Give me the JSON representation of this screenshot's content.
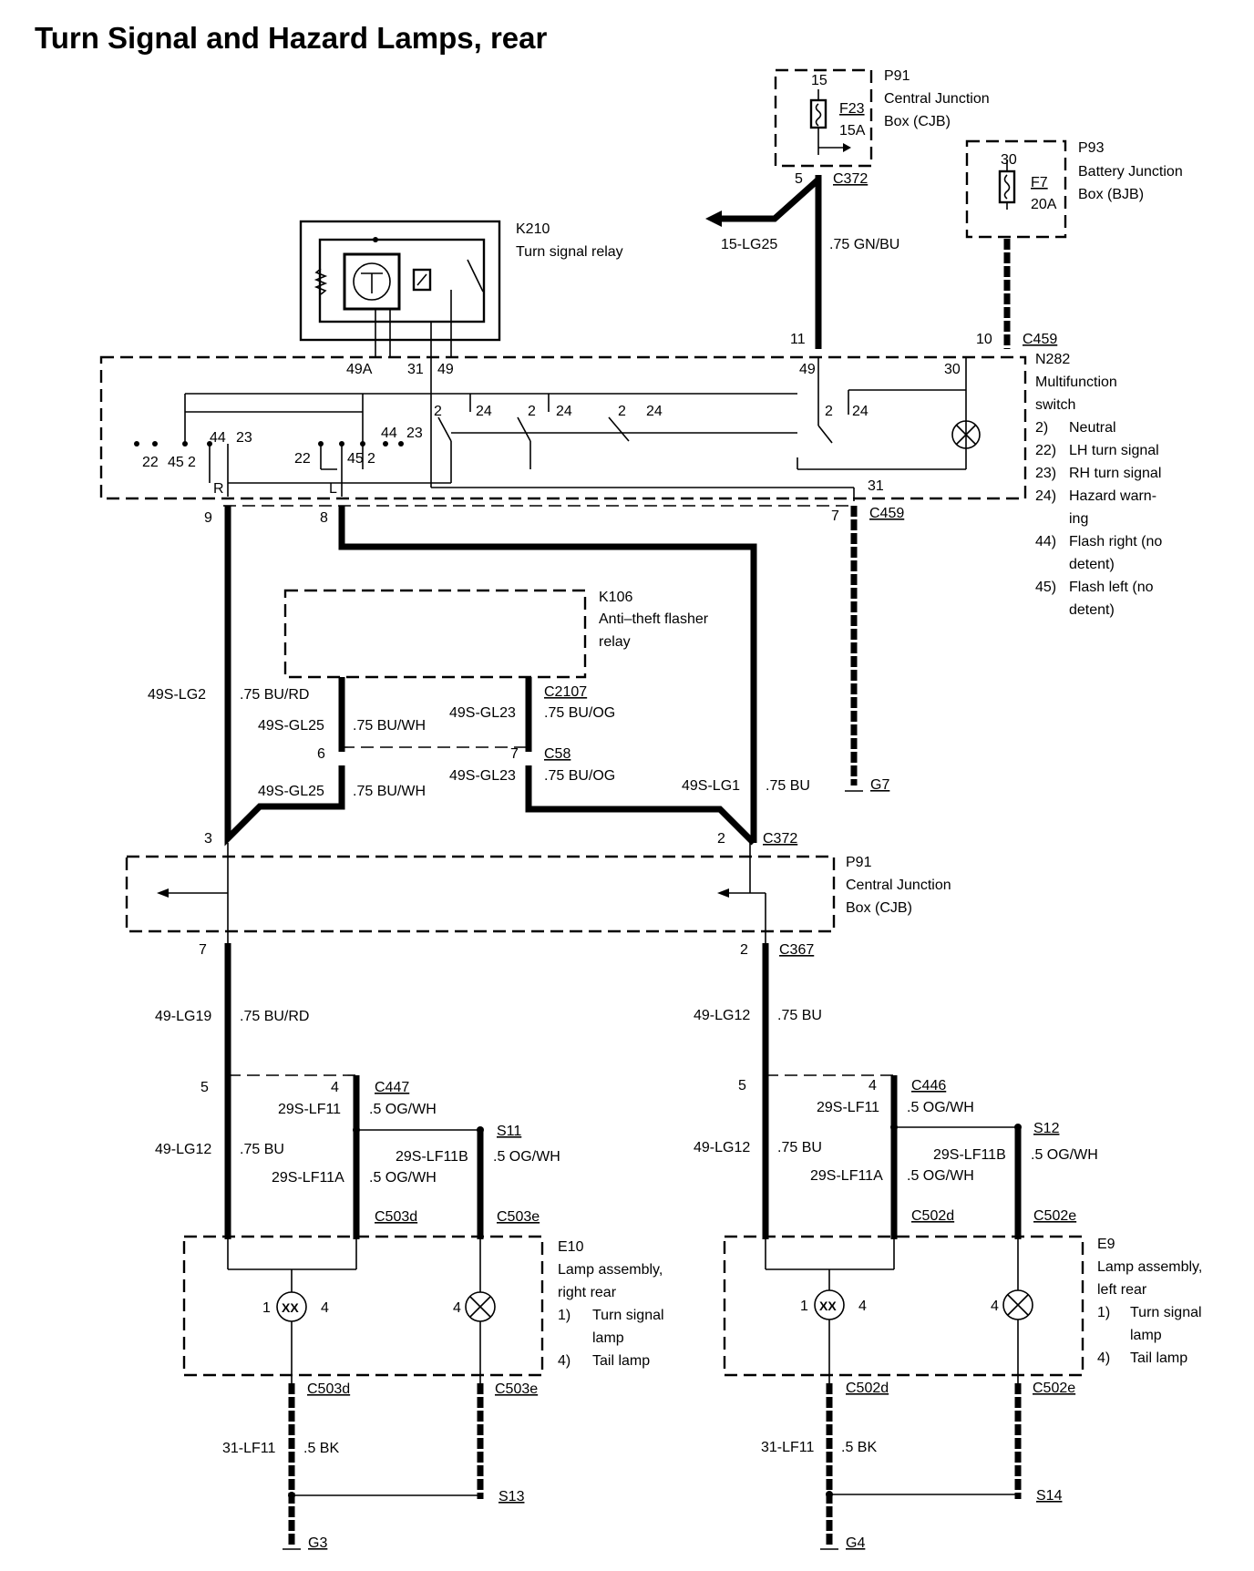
{
  "title": "Turn Signal and Hazard Lamps, rear",
  "components": {
    "p91_top": {
      "id": "P91",
      "line1": "Central Junction",
      "line2": "Box (CJB)",
      "pin": "15",
      "fuse": "F23",
      "rating": "15A"
    },
    "p93": {
      "id": "P93",
      "line1": "Battery Junction",
      "line2": "Box (BJB)",
      "pin": "30",
      "fuse": "F7",
      "rating": "20A"
    },
    "k210": {
      "id": "K210",
      "name": "Turn signal relay"
    },
    "n282": {
      "id": "N282",
      "line1": "Multifunction",
      "line2": "switch",
      "legend": [
        {
          "num": "2)",
          "text": "Neutral"
        },
        {
          "num": "22)",
          "text": "LH turn signal"
        },
        {
          "num": "23)",
          "text": "RH turn signal"
        },
        {
          "num": "24)",
          "text": "Hazard warn-"
        },
        {
          "num": "",
          "text": "ing"
        },
        {
          "num": "44)",
          "text": "Flash right (no"
        },
        {
          "num": "",
          "text": "detent)"
        },
        {
          "num": "45)",
          "text": "Flash left (no"
        },
        {
          "num": "",
          "text": "detent)"
        }
      ]
    },
    "k106": {
      "id": "K106",
      "line1": "Anti–theft flasher",
      "line2": "relay"
    },
    "p91_mid": {
      "id": "P91",
      "line1": "Central Junction",
      "line2": "Box (CJB)"
    },
    "e10": {
      "id": "E10",
      "line1": "Lamp assembly,",
      "line2": "right rear",
      "item1num": "1)",
      "item1a": "Turn signal",
      "item1b": "lamp",
      "item4num": "4)",
      "item4": "Tail lamp"
    },
    "e9": {
      "id": "E9",
      "line1": "Lamp assembly,",
      "line2": "left rear",
      "item1num": "1)",
      "item1a": "Turn signal",
      "item1b": "lamp",
      "item4num": "4)",
      "item4": "Tail lamp"
    }
  },
  "connectors": {
    "c372_top": "C372",
    "c459_top": "C459",
    "c459_bot": "C459",
    "c2107": "C2107",
    "c58": "C58",
    "c372_mid": "C372",
    "c367": "C367",
    "c447": "C447",
    "c446": "C446",
    "c503d": "C503d",
    "c503e": "C503e",
    "c502d": "C502d",
    "c502e": "C502e",
    "c503d_b": "C503d",
    "c503e_b": "C503e",
    "c502d_b": "C502d",
    "c502e_b": "C502e",
    "s11": "S11",
    "s12": "S12",
    "s13": "S13",
    "s14": "S14",
    "g7": "G7",
    "g3": "G3",
    "g4": "G4"
  },
  "pins": {
    "p5": "5",
    "p11": "11",
    "p10": "10",
    "p49A": "49A",
    "p31": "31",
    "p49": "49",
    "p49b": "49",
    "p30": "30",
    "sw2a": "2",
    "sw24a": "24",
    "sw2b": "2",
    "sw24b": "24",
    "sw2c": "2",
    "sw24c": "24",
    "sw2d": "2",
    "sw24d": "24",
    "l22a": "22",
    "l45a": "45",
    "l2a": "2",
    "l44a": "44",
    "l23a": "23",
    "l22b": "22",
    "l45b": "45",
    "l2b": "2",
    "l44b": "44",
    "l23b": "23",
    "R": "R",
    "L": "L",
    "p31b": "31",
    "p9": "9",
    "p8": "8",
    "p7a": "7",
    "p6": "6",
    "p7b": "7",
    "p3": "3",
    "p2a": "2",
    "p7c": "7",
    "p2b": "2",
    "p5a": "5",
    "p4a": "4",
    "p5b": "5",
    "p4b": "4",
    "e10_1": "1",
    "e10_4": "4",
    "e10_4b": "4",
    "e9_1": "1",
    "e9_4": "4",
    "e9_4b": "4"
  },
  "wires": {
    "w_15lg25": "15-LG25",
    "w_15lg25_spec": ".75 GN/BU",
    "w_lg2": "49S-LG2",
    "w_lg2_spec": ".75 BU/RD",
    "w_gl25a": "49S-GL25",
    "w_gl25a_spec": ".75 BU/WH",
    "w_gl23a": "49S-GL23",
    "w_gl23a_spec": ".75 BU/OG",
    "w_gl25b": "49S-GL25",
    "w_gl25b_spec": ".75 BU/WH",
    "w_gl23b": "49S-GL23",
    "w_gl23b_spec": ".75 BU/OG",
    "w_lg1": "49S-LG1",
    "w_lg1_spec": ".75 BU",
    "w_lg19": "49-LG19",
    "w_lg19_spec": ".75 BU/RD",
    "w_lg12a": "49-LG12",
    "w_lg12a_spec": ".75 BU",
    "w_lg12b": "49-LG12",
    "w_lg12b_spec": ".75 BU",
    "w_lg12c": "49-LG12",
    "w_lg12c_spec": ".75 BU",
    "w_lf11a": "29S-LF11",
    "w_lf11a_spec": ".5 OG/WH",
    "w_lf11ba": "29S-LF11B",
    "w_lf11ba_spec": ".5 OG/WH",
    "w_lf11aa": "29S-LF11A",
    "w_lf11aa_spec": ".5 OG/WH",
    "w_lf11b": "29S-LF11",
    "w_lf11b_spec": ".5 OG/WH",
    "w_lf11bb": "29S-LF11B",
    "w_lf11bb_spec": ".5 OG/WH",
    "w_lf11ab": "29S-LF11A",
    "w_lf11ab_spec": ".5 OG/WH",
    "w_31a": "31-LF11",
    "w_31a_spec": ".5 BK",
    "w_31b": "31-LF11",
    "w_31b_spec": ".5 BK"
  }
}
